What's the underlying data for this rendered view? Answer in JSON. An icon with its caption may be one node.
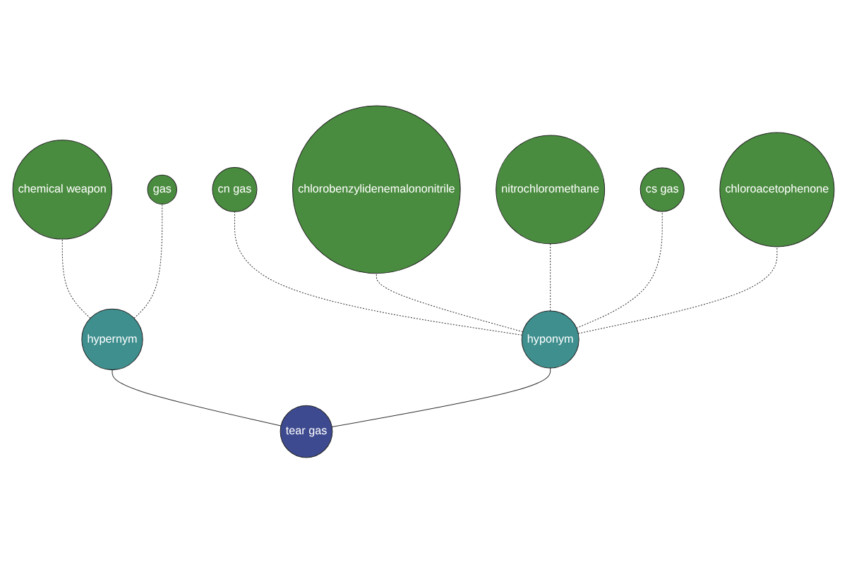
{
  "diagram": {
    "nodes": [
      {
        "text": [
          "cn gas"
        ]
      },
      {
        "text": [
          "chemical weapon"
        ]
      },
      {
        "text": [
          "nitrochloromethane"
        ]
      },
      {
        "text": [
          "chlorobenzylidenemalononitrile"
        ]
      },
      {
        "text": [
          "gas"
        ]
      },
      {
        "text": [
          "hyponym"
        ]
      },
      {
        "text": [
          "hypernym"
        ]
      },
      {
        "text": [
          "cs gas"
        ]
      },
      {
        "text": [
          "tear gas"
        ]
      },
      {
        "text": [
          "chloroacetophenone"
        ]
      }
    ],
    "edges": [
      {
        "from": 8,
        "to": 6,
        "arrow": "none"
      },
      {
        "from": 8,
        "to": 5,
        "arrow": "none"
      },
      {
        "from": 6,
        "to": 1,
        "arrow": "none",
        "style": "dashed"
      },
      {
        "from": 6,
        "to": 4,
        "arrow": "none",
        "style": "dashed"
      },
      {
        "from": 5,
        "to": 0,
        "arrow": "none",
        "style": "dashed"
      },
      {
        "from": 5,
        "to": 3,
        "arrow": "none",
        "style": "dashed"
      },
      {
        "from": 5,
        "to": 2,
        "arrow": "none",
        "style": "dashed"
      },
      {
        "from": 5,
        "to": 7,
        "arrow": "none",
        "style": "dashed"
      },
      {
        "from": 5,
        "to": 9,
        "arrow": "none",
        "style": "dashed"
      }
    ]
  }
}
